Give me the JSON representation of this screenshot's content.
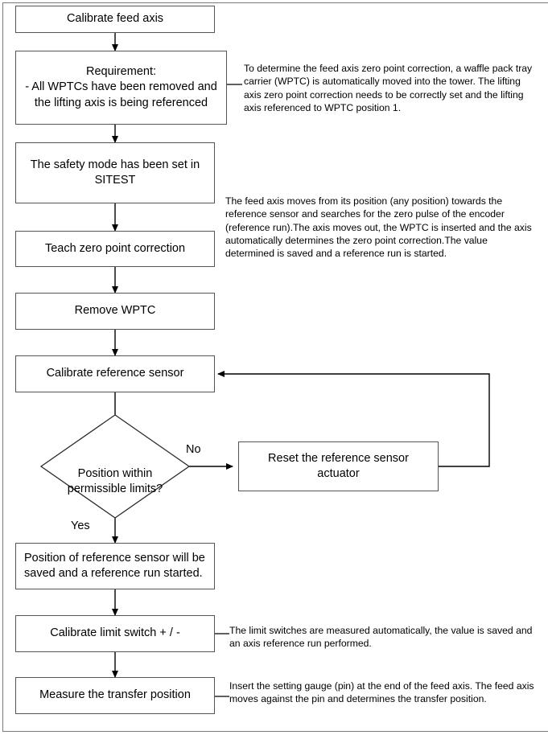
{
  "diagram": {
    "title": "Calibrate feed axis procedure flowchart",
    "nodes": {
      "calibrate_feed_axis": "Calibrate feed axis",
      "requirement": "Requirement:\n- All WPTCs have been removed and\nthe lifting axis is being referenced",
      "safety_mode": "The safety mode has been set in\nSITEST",
      "teach_zero_point": "Teach zero point correction",
      "remove_wptc": "Remove WPTC",
      "calibrate_reference_sensor": "Calibrate reference sensor",
      "decision_position": "Position within\npermissible limits?",
      "reset_actuator": "Reset the reference sensor\nactuator",
      "position_saved": "Position of reference sensor will be\nsaved and a reference run started.",
      "calibrate_limit_switch": "Calibrate limit switch + / -",
      "measure_transfer": "Measure the transfer position"
    },
    "edge_labels": {
      "no": "No",
      "yes": "Yes"
    },
    "annotations": {
      "requirement_note": "To determine the feed axis zero point correction, a waffle pack tray carrier (WPTC) is automatically moved into the tower. The lifting axis zero point correction needs to be correctly set and the lifting axis referenced to WPTC position 1.",
      "teach_note": "The feed axis moves from its position (any position) towards the reference sensor and searches for the zero pulse of the encoder (reference run).The axis moves out, the WPTC is inserted and the axis automatically determines the zero point correction.The value determined is saved and a reference run is started.",
      "limit_switch_note": "The limit switches are measured automatically, the value is saved and an axis reference run performed.",
      "transfer_note": "Insert the setting gauge (pin) at the end of the feed axis. The feed axis moves against the pin and determines the transfer position."
    },
    "colors": {
      "node_border": "#545454",
      "edge_line": "#000000",
      "frame": "#7a7a7a",
      "background": "#ffffff",
      "text": "#000000"
    }
  }
}
